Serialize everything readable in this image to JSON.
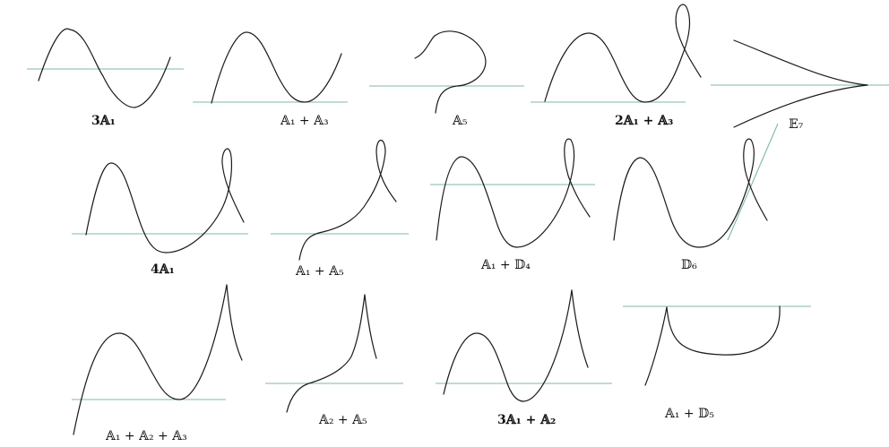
{
  "diagram": {
    "line_color": "#7fb8a8",
    "curve_color": "#1a1a1a",
    "panels": [
      {
        "label": "3𝔸₁"
      },
      {
        "label": "𝔸₁ + 𝔸₃"
      },
      {
        "label": "𝔸₅"
      },
      {
        "label": "2𝔸₁ + 𝔸₃"
      },
      {
        "label": "𝔼₇"
      },
      {
        "label": "4𝔸₁"
      },
      {
        "label": "𝔸₁ + 𝔸₅"
      },
      {
        "label": "𝔸₁ + 𝔻₄"
      },
      {
        "label": "𝔻₆"
      },
      {
        "label": "𝔸₁ + 𝔸₂ + 𝔸₃"
      },
      {
        "label": "𝔸₂ + 𝔸₅"
      },
      {
        "label": "3𝔸₁ + 𝔸₂"
      },
      {
        "label": "𝔸₁ + 𝔻₅"
      }
    ]
  }
}
